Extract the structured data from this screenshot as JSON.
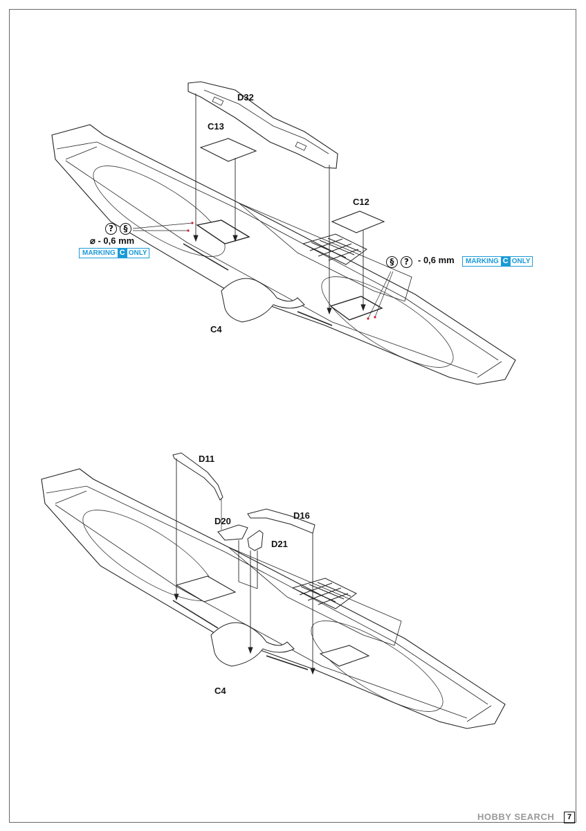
{
  "step_top": {
    "labels": {
      "d32": "D32",
      "c13": "C13",
      "c12": "C12",
      "c4": "C4"
    },
    "left_note": {
      "icon_a": "?",
      "icon_b": "§",
      "dimension": "⌀ - 0,6 mm"
    },
    "right_note": {
      "icon_a": "§",
      "icon_b": "?",
      "dimension": "- 0,6 mm"
    },
    "left_badge": {
      "marking": "MARKING",
      "letter": "C",
      "only": "ONLY"
    },
    "right_badge": {
      "marking": "MARKING",
      "letter": "C",
      "only": "ONLY"
    }
  },
  "step_bottom": {
    "labels": {
      "d11": "D11",
      "d16": "D16",
      "d20": "D20",
      "d21": "D21",
      "c4": "C4"
    }
  },
  "footer": {
    "page_number": "7",
    "watermark": "HOBBY SEARCH"
  },
  "colors": {
    "accent": "#1a9bd7",
    "line": "#222222",
    "hole_marker": "#d0202a"
  }
}
